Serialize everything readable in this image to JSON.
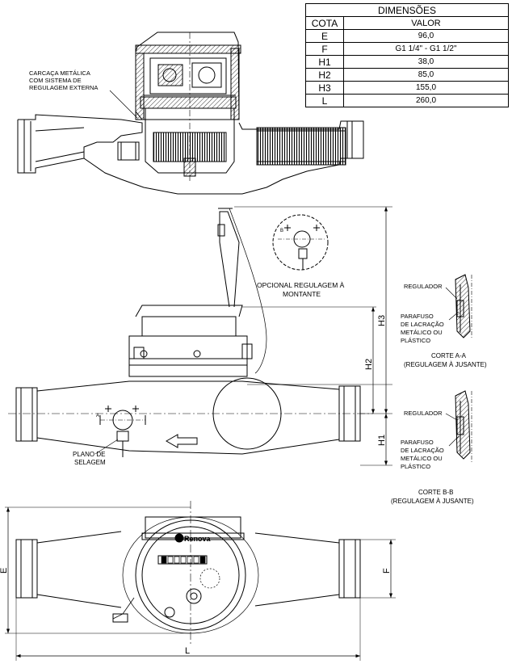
{
  "table": {
    "title": "DIMENSÕES",
    "headers": [
      "COTA",
      "VALOR"
    ],
    "rows": [
      {
        "cota": "E",
        "valor": "96,0"
      },
      {
        "cota": "F",
        "valor": "G1 1/4\" - G1 1/2\""
      },
      {
        "cota": "H1",
        "valor": "38,0"
      },
      {
        "cota": "H2",
        "valor": "85,0"
      },
      {
        "cota": "H3",
        "valor": "155,0"
      },
      {
        "cota": "L",
        "valor": "260,0"
      }
    ]
  },
  "labels": {
    "carcaca": [
      "CARCAÇA METÁLICA",
      "COM SISTEMA DE",
      "REGULAGEM EXTERNA"
    ],
    "opcional": [
      "OPCIONAL REGULAGEM À",
      "MONTANTE"
    ],
    "plano": [
      "PLANO DE",
      "SELAGEM"
    ],
    "regulador_a": "REGULADOR",
    "parafuso_a": [
      "PARAFUSO",
      "DE LACRAÇÃO",
      "METÁLICO OU",
      "PLÁSTICO"
    ],
    "corte_a": [
      "CORTE A-A",
      "(REGULAGEM À JUSANTE)"
    ],
    "regulador_b": "REGULADOR",
    "parafuso_b": [
      "PARAFUSO",
      "DE LACRAÇÃO",
      "METÁLICO OU",
      "PLÁSTICO"
    ],
    "corte_b": [
      "CORTE B-B",
      "(REGULAGEM À JUSANTE)"
    ],
    "brand": "Renova",
    "section_a": "A",
    "section_b": "B"
  },
  "dims": {
    "e": "E",
    "f": "F",
    "l": "L",
    "h1": "H1",
    "h2": "H2",
    "h3": "H3"
  }
}
